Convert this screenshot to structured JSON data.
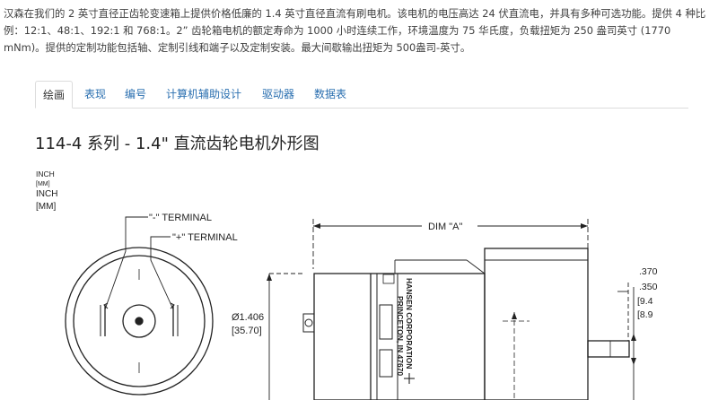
{
  "intro_text": "汉森在我们的 2 英寸直径正齿轮变速箱上提供价格低廉的 1.4 英寸直径直流有刷电机。该电机的电压高达 24 伏直流电，并具有多种可选功能。提供 4 种比例：12:1、48:1、192:1 和 768:1。2” 齿轮箱电机的额定寿命为 1000 小时连续工作，环境温度为 75 华氏度，负载扭矩为 250 盎司英寸 (1770 mNm)。提供的定制功能包括轴、定制引线和端子以及定制安装。最大间歇输出扭矩为 500盎司-英寸。",
  "tabs": [
    {
      "label": "绘画",
      "active": true
    },
    {
      "label": "表现"
    },
    {
      "label": "编号"
    },
    {
      "label": "计算机辅助设计"
    },
    {
      "label": "驱动器"
    },
    {
      "label": "数据表"
    }
  ],
  "drawing": {
    "title": "114-4 系列 - 1.4\" 直流齿轮电机外形图",
    "units_legend": [
      "INCH",
      "[MM]",
      "INCH",
      "[MM]"
    ],
    "terminal_minus": "\"-\" TERMINAL",
    "terminal_plus": "\"+\" TERMINAL",
    "dim_a": "DIM \"A\"",
    "diameter_inch": "Ø1.406",
    "diameter_mm": "[35.70]",
    "shaft_dims": [
      ".370",
      ".350",
      "[9.4",
      "[8.9"
    ],
    "label_line1": "HANSEN CORPORATION",
    "label_line2": "PRINCETON, IN 47670"
  }
}
